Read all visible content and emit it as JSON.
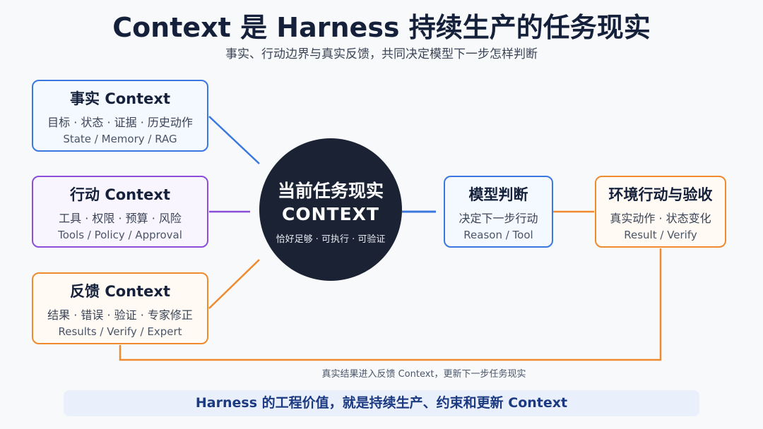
{
  "header": {
    "title": "Context 是 Harness 持续生产的任务现实",
    "subtitle": "事实、行动边界与真实反馈，共同决定模型下一步怎样判断"
  },
  "left_boxes": {
    "fact": {
      "title": "事实 Context",
      "line1": "目标 · 状态 · 证据 · 历史动作",
      "line2": "State / Memory / RAG"
    },
    "action": {
      "title": "行动 Context",
      "line1": "工具 · 权限 · 预算 · 风险",
      "line2": "Tools / Policy / Approval"
    },
    "feedback": {
      "title": "反馈 Context",
      "line1": "结果 · 错误 · 验证 · 专家修正",
      "line2": "Results / Verify / Expert"
    }
  },
  "center": {
    "line1": "当前任务现实",
    "line2": "CONTEXT",
    "line3": "恰好足够 · 可执行 · 可验证"
  },
  "model_box": {
    "title": "模型判断",
    "line1": "决定下一步行动",
    "line2": "Reason / Tool"
  },
  "env_box": {
    "title": "环境行动与验收",
    "line1": "真实动作 · 状态变化",
    "line2": "Result / Verify"
  },
  "loop_label": "真实结果进入反馈 Context，更新下一步任务现实",
  "banner": "Harness 的工程价值，就是持续生产、约束和更新 Context",
  "colors": {
    "blue": "#3a78e0",
    "purple": "#8a4fd6",
    "orange": "#ef8a2e",
    "dark": "#1a2233"
  }
}
